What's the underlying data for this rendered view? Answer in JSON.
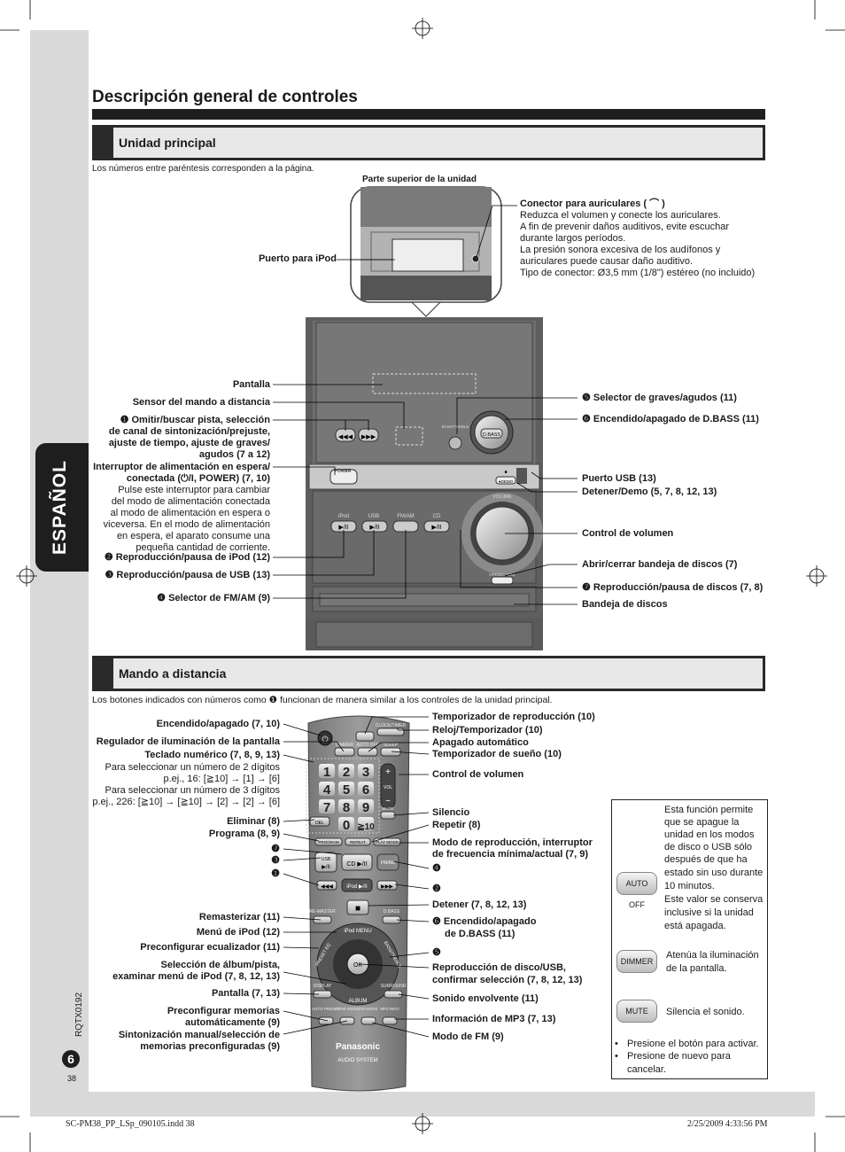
{
  "page": {
    "title": "Descripción general de controles",
    "side_tab": "ESPAÑOL",
    "page_number": "6",
    "doc_code": "RQTX0192",
    "small_page": "38",
    "footer_left": "SC-PM38_PP_LSp_090105.indd   38",
    "footer_right": "2/25/2009   4:33:56 PM"
  },
  "main_unit": {
    "heading": "Unidad principal",
    "intro": "Los números entre paréntesis corresponden a la página.",
    "top_label": "Parte superior de la unidad",
    "ipod_port": "Puerto para iPod",
    "headphone_title": "Conector para auriculares ( ⌒ )",
    "headphone_lines": [
      "Reduzca el volumen y conecte los auriculares.",
      "A fin de prevenir daños auditivos, evite escuchar",
      "durante largos períodos.",
      "La presión sonora excesiva de los audífonos y",
      "auriculares puede causar daño auditivo.",
      "Tipo de conector: Ø3,5 mm (1/8\") estéreo (no incluido)"
    ],
    "left_labels": {
      "pantalla": "Pantalla",
      "sensor": "Sensor del mando a distancia",
      "skip": [
        "❶ Omitir/buscar pista, selección",
        "de canal de sintonización/prejuste,",
        "ajuste de tiempo, ajuste de graves/",
        "agudos (7 a 12)"
      ],
      "power_bold": [
        "Interruptor de alimentación en espera/",
        "conectada (⏻/I, POWER) (7, 10)"
      ],
      "power_desc": [
        "Pulse este interruptor para cambiar",
        "del modo de alimentación conectada",
        "al modo de alimentación en espera o",
        "viceversa. En el modo de alimentación",
        "en espera, el aparato consume una",
        "pequeña cantidad de corriente."
      ],
      "ipod_play": "❷ Reproducción/pausa de iPod (12)",
      "usb_play": "❸ Reproducción/pausa de USB (13)",
      "fmam": "❹ Selector de FM/AM (9)"
    },
    "right_labels": {
      "bass_treble": "❺ Selector de graves/agudos (11)",
      "dbass": "❻ Encendido/apagado de D.BASS (11)",
      "usb_port": "Puerto USB (13)",
      "stop_demo": "Detener/Demo (5, 7, 8, 12, 13)",
      "volume": "Control de volumen",
      "open_close": "Abrir/cerrar bandeja de discos (7)",
      "cd_play": "❼ Reproducción/pausa de discos (7, 8)",
      "tray": "Bandeja de discos"
    },
    "device_text": {
      "power": "POWER",
      "ipod": "iPod",
      "usb": "USB",
      "fmam": "FM/AM",
      "cd": "CD",
      "volume": "VOLUME",
      "dbass": "D.BASS",
      "bass": "BASS/ TREBLE",
      "openclose": "OPEN/CLOSE",
      "demo": "DEMO"
    }
  },
  "remote": {
    "heading": "Mando a distancia",
    "intro": "Los botones indicados con números como ❶ funcionan de manera similar a los controles de la unidad principal.",
    "left_labels": {
      "power": "Encendido/apagado (7, 10)",
      "dimmer": "Regulador de iluminación de la pantalla",
      "numeric_title": "Teclado numérico (7, 8, 9, 13)",
      "numeric_lines": [
        "Para seleccionar un número de 2 dígitos",
        "p.ej., 16: [≧10] → [1] → [6]",
        "Para seleccionar un número de 3 dígitos",
        "p.ej., 226: [≧10] → [≧10] → [2] → [2] → [6]"
      ],
      "delete": "Eliminar (8)",
      "program": "Programa (8, 9)",
      "n7": "❼",
      "n3": "❸",
      "n1": "❶",
      "remaster": "Remasterizar (11)",
      "ipod_menu": "Menú de iPod (12)",
      "preset_eq": "Preconfigurar ecualizador (11)",
      "album": [
        "Selección de álbum/pista,",
        "examinar menú de iPod (7, 8, 12, 13)"
      ],
      "display": "Pantalla (7, 13)",
      "auto_preset": [
        "Preconfigurar memorias",
        "automáticamente (9)"
      ],
      "tuning": [
        "Sintonización manual/selección de",
        "memorias preconfiguradas (9)"
      ]
    },
    "right_labels": {
      "play_timer": "Temporizador de reproducción (10)",
      "clock": "Reloj/Temporizador (10)",
      "auto_off": "Apagado automático",
      "sleep": "Temporizador de sueño (10)",
      "volume": "Control de volumen",
      "mute": "Silencio",
      "repeat": "Repetir (8)",
      "play_mode": [
        "Modo de reproducción, interruptor",
        "de frecuencia mínima/actual (7, 9)"
      ],
      "n4": "❹",
      "n2": "❷",
      "stop": "Detener (7, 8, 12, 13)",
      "dbass": [
        "❻ Encendido/apagado",
        "de D.BASS (11)"
      ],
      "n5": "❺",
      "play_usb": [
        "Reproducción de disco/USB,",
        "confirmar selección (7, 8, 12, 13)"
      ],
      "surround": "Sonido envolvente (11)",
      "mp3": "Información de MP3 (7, 13)",
      "fm_mode": "Modo de FM (9)"
    },
    "device_text": {
      "brand": "Panasonic",
      "system": "AUDIO SYSTEM",
      "ok": "OK",
      "album": "ALBUM",
      "remaster": "RE-MASTER",
      "dbass": "D.BASS",
      "display": "DISPLAY",
      "surround": "SURROUND",
      "ipod_menu": "iPod MENU",
      "preset_eq": "PRESET EQ",
      "bass_treble": "BASS/TREBLE",
      "auto_preset": "AUTO PRESET",
      "tune_mode": "TUNE MODE",
      "fm_mode": "FM MODE",
      "mp3_info": "MP3 INFO",
      "dimmer": "DIMMER",
      "auto_off": "AUTO OFF",
      "sleep": "SLEEP",
      "clock": "CLOCK/TIMER",
      "del": "DEL",
      "program": "PROGRAM",
      "repeat": "REPEAT",
      "play_mode": "PLAY MODE",
      "mute": "MUTE",
      "vol": "VOL",
      "usb": "USB",
      "cd": "CD",
      "fmam": "FM/AM",
      "ipod": "iPod",
      "digits": [
        "1",
        "2",
        "3",
        "4",
        "5",
        "6",
        "7",
        "8",
        "9",
        "0",
        "≧10"
      ]
    }
  },
  "note_box": {
    "auto_off_text": [
      "Esta función permite",
      "que se apague la",
      "unidad en los modos",
      "de  disco o USB sólo",
      "después de que ha",
      "estado sin uso durante",
      "10 minutos.",
      "Este valor se conserva",
      "inclusive si la unidad",
      "está apagada."
    ],
    "auto_off_btn": "AUTO OFF",
    "dimmer_btn": "DIMMER",
    "dimmer_text": [
      "Atenúa la iluminación",
      "de la pantalla."
    ],
    "mute_btn": "MUTE",
    "mute_text": "Silencia el sonido.",
    "bullets": [
      "Presione el botón para activar.",
      "Presione de nuevo para",
      "cancelar."
    ]
  }
}
